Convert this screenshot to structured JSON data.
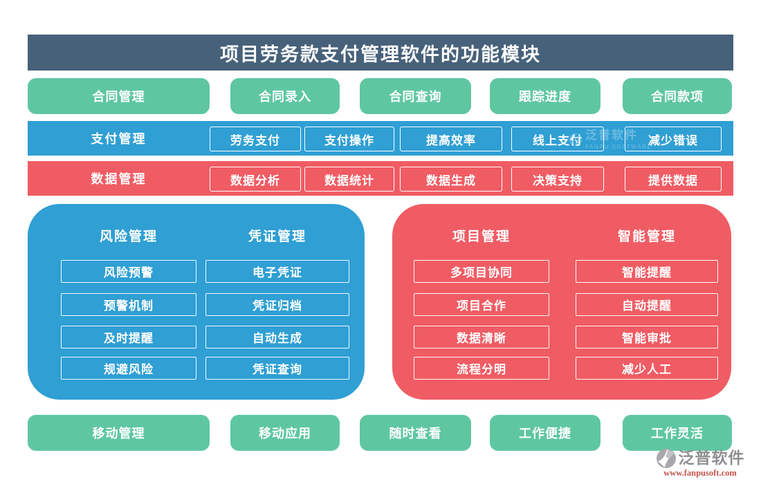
{
  "colors": {
    "header_bg": "#47617a",
    "green": "#5ec7a1",
    "blue": "#2f9fd4",
    "red": "#f05c64",
    "logo_gray": "#8f8f93",
    "logo_url": "#c4544b"
  },
  "header": {
    "title": "项目劳务款支付管理软件的功能模块"
  },
  "contract_row": {
    "items": [
      "合同管理",
      "合同录入",
      "合同查询",
      "跟踪进度",
      "合同款项"
    ]
  },
  "payment_bar": {
    "label": "支付管理",
    "items": [
      "劳务支付",
      "支付操作",
      "提高效率",
      "线上支付",
      "减少错误"
    ],
    "watermark": {
      "name": "泛普软件",
      "sub": "FANPU SOFTWARE"
    }
  },
  "data_bar": {
    "label": "数据管理",
    "items": [
      "数据分析",
      "数据统计",
      "数据生成",
      "决策支持",
      "提供数据"
    ]
  },
  "left_panel": {
    "columns": [
      {
        "title": "风险管理",
        "items": [
          "风险预警",
          "预警机制",
          "及时提醒",
          "规避风险"
        ]
      },
      {
        "title": "凭证管理",
        "items": [
          "电子凭证",
          "凭证归档",
          "自动生成",
          "凭证查询"
        ]
      }
    ]
  },
  "right_panel": {
    "columns": [
      {
        "title": "项目管理",
        "items": [
          "多项目协同",
          "项目合作",
          "数据清晰",
          "流程分明"
        ]
      },
      {
        "title": "智能管理",
        "items": [
          "智能提醒",
          "自动提醒",
          "智能审批",
          "减少人工"
        ]
      }
    ]
  },
  "bottom_row": {
    "items": [
      "移动管理",
      "移动应用",
      "随时查看",
      "工作便捷",
      "工作灵活"
    ]
  },
  "footer": {
    "brand": "泛普软件",
    "url": "www.fanpusoft.com"
  }
}
